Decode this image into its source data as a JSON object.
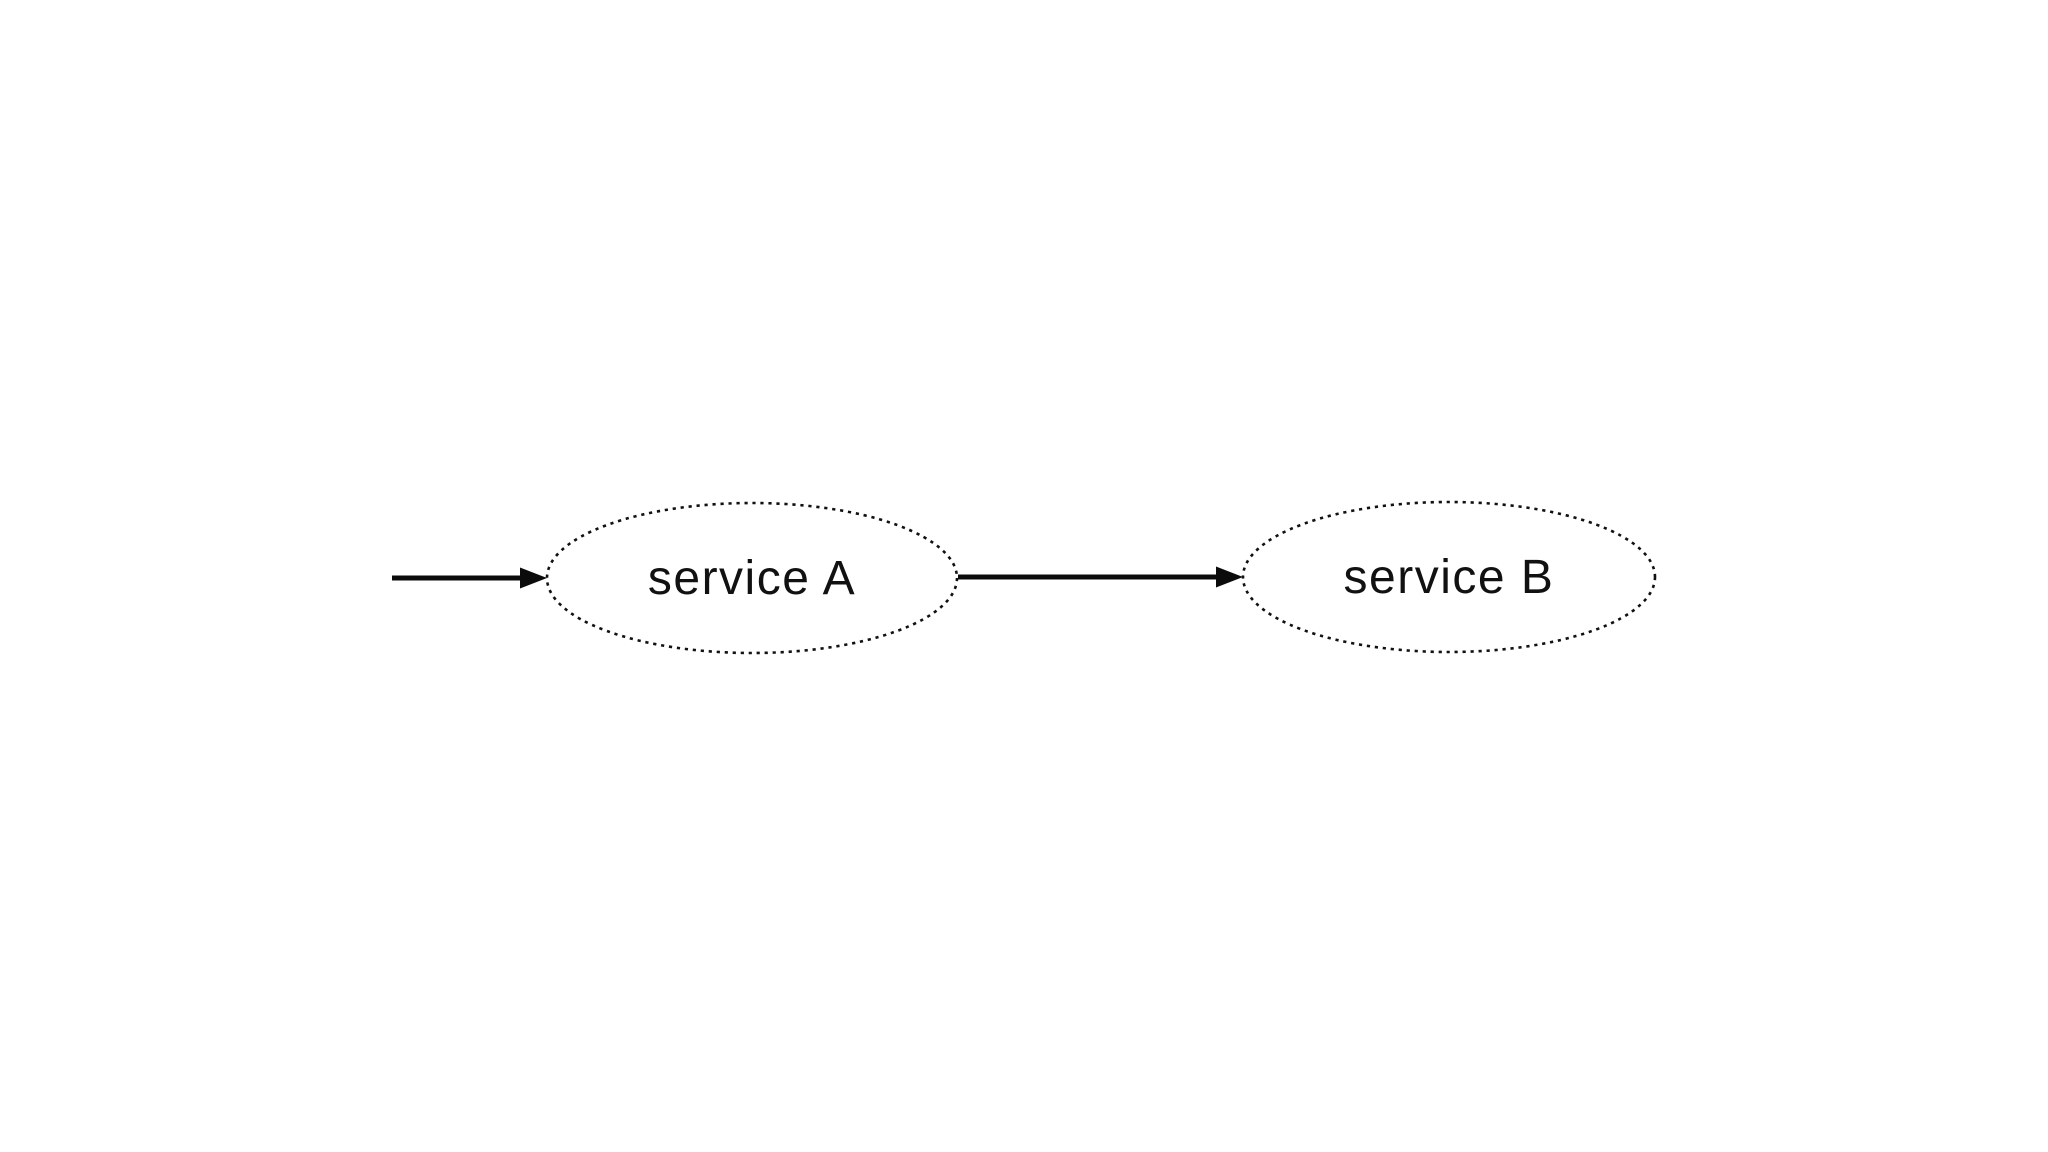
{
  "diagram": {
    "background_color": "#ffffff",
    "stroke_color": "#111111",
    "nodes": [
      {
        "id": "service-a",
        "label": "service A",
        "shape": "ellipse",
        "border_style": "dotted"
      },
      {
        "id": "service-b",
        "label": "service B",
        "shape": "ellipse",
        "border_style": "dotted"
      }
    ],
    "edges": [
      {
        "id": "incoming-arrow",
        "from": "",
        "to": "service-a",
        "style": "solid",
        "arrowhead": "filled-triangle"
      },
      {
        "id": "a-to-b-arrow",
        "from": "service-a",
        "to": "service-b",
        "style": "solid",
        "arrowhead": "filled-triangle"
      }
    ]
  }
}
